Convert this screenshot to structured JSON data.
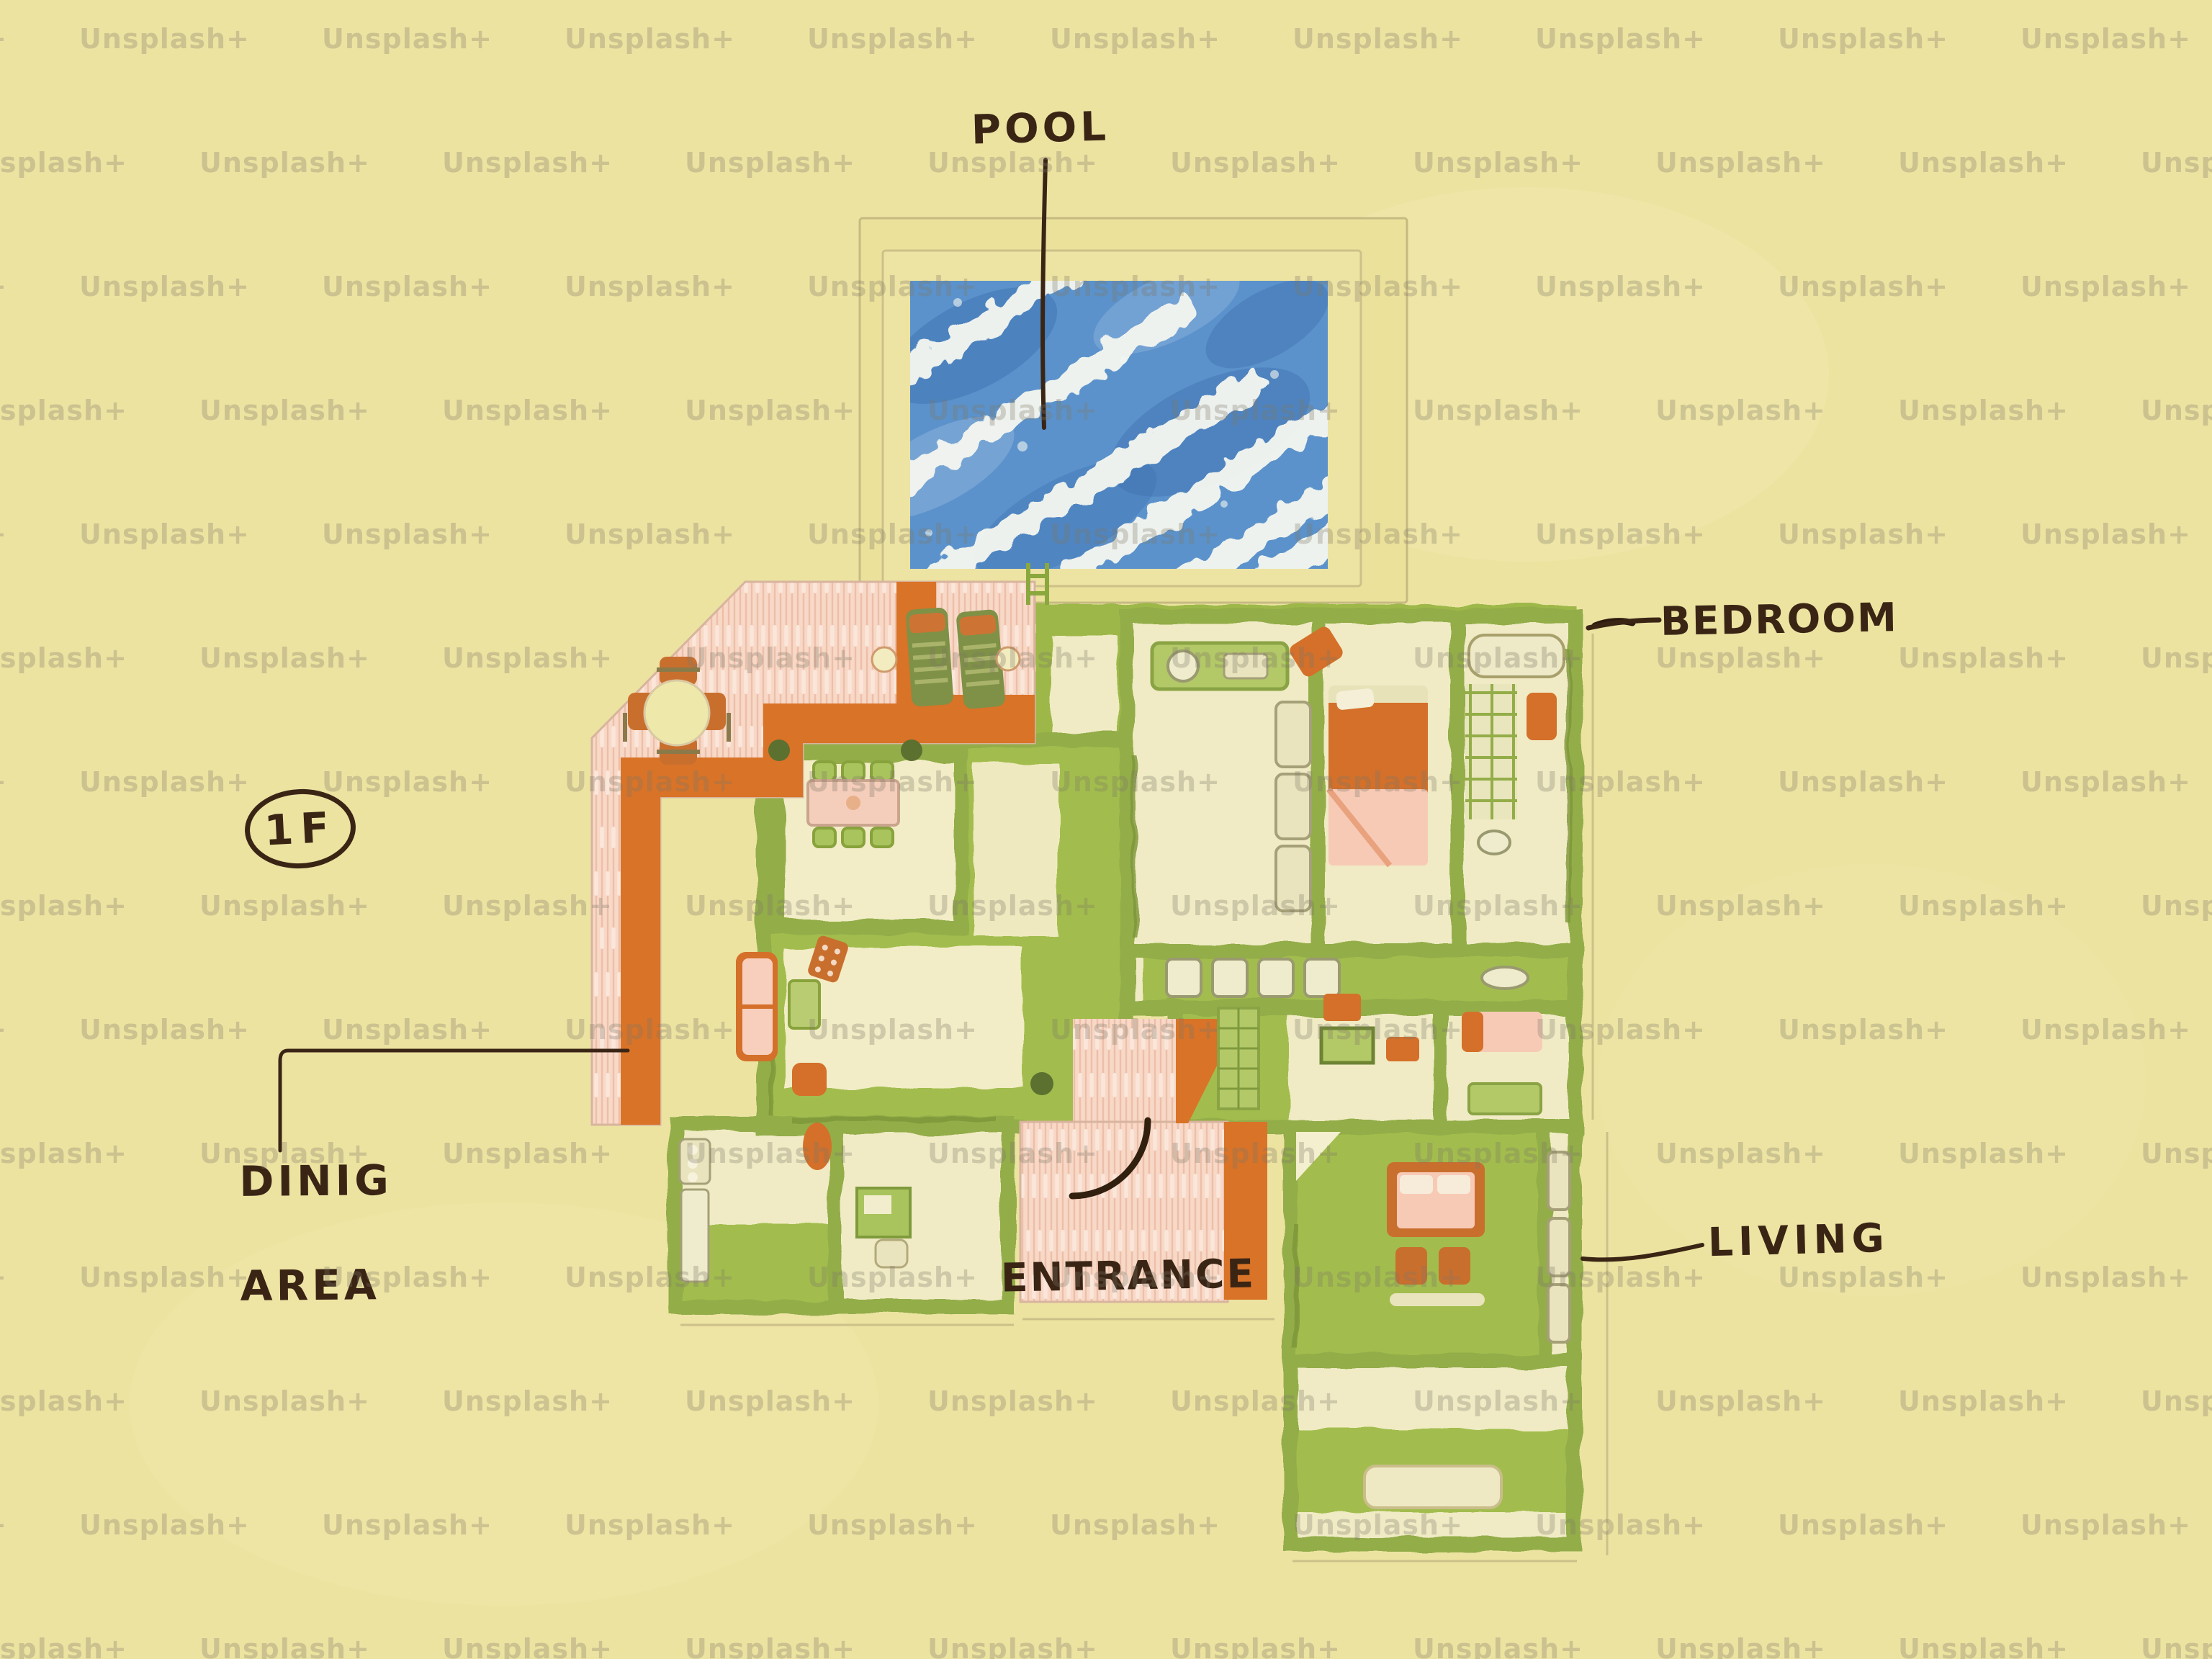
{
  "image": {
    "type": "stock illustration",
    "subject": "Top view hand-drawn floor plan of a house with pool, first floor"
  },
  "watermark": {
    "text": "Unsplash+"
  },
  "floor_badge": {
    "label": "1F"
  },
  "annotations": {
    "pool": "POOL",
    "bedroom": "BEDROOM",
    "dining_line1": "DINIG",
    "dining_line2": "AREA",
    "entrance": "ENTRANCE",
    "living": "LIVING"
  },
  "palette": {
    "background": "#ECE3A1",
    "watermark_gray": "#7D7866",
    "ink_brown": "#3A2515",
    "deck_pink": "#F8D8C7",
    "deck_stripe": "#ECBFA9",
    "path_orange": "#D97327",
    "wall_green": "#9DB84A",
    "wall_green_dark": "#7D9638",
    "floor_cream": "#F0EBC4",
    "floor_green": "#A2BD4D",
    "pool_blue": "#5B92CB",
    "pool_blue_dark": "#3E72B2",
    "pool_foam": "#F4F6F0",
    "furniture_cream": "#EFECCD",
    "bed_orange": "#D4702A",
    "blanket_pink": "#F7CAB6",
    "lounge_olive": "#7E9147"
  }
}
